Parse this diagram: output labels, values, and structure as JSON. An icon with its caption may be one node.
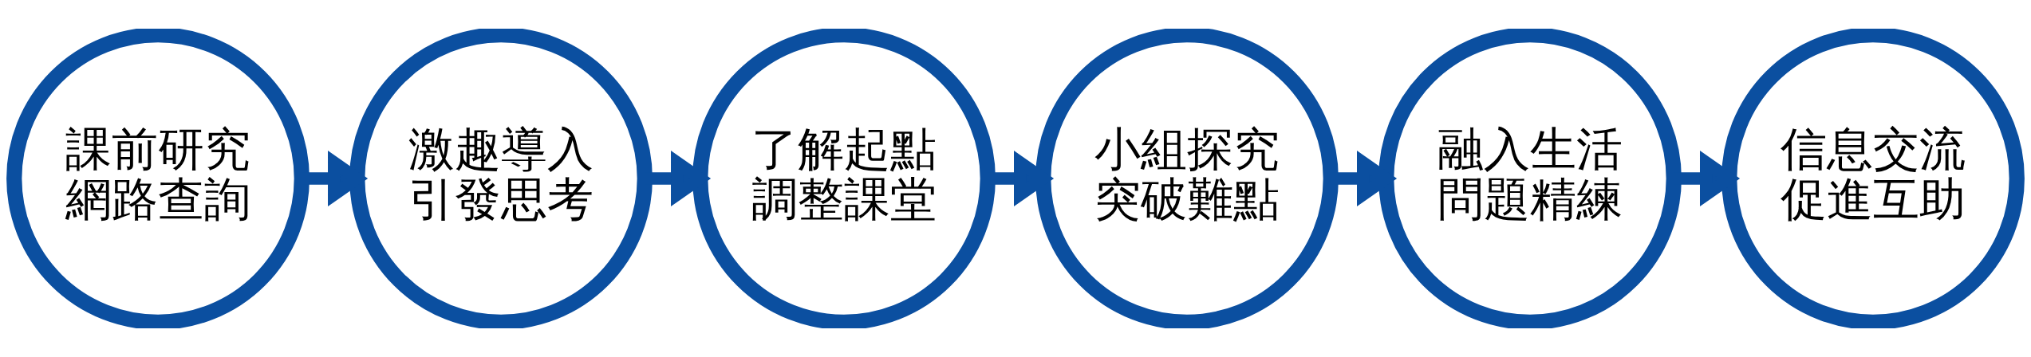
{
  "diagram": {
    "nodes": [
      {
        "text": [
          "課前研究",
          "網路查詢"
        ]
      },
      {
        "text": [
          "激趣導入",
          "引發思考"
        ]
      },
      {
        "text": [
          "了解起點",
          "調整課堂"
        ]
      },
      {
        "text": [
          "小組探究",
          "突破難點"
        ]
      },
      {
        "text": [
          "融入生活",
          "問題精練"
        ]
      },
      {
        "text": [
          "信息交流",
          "促進互助"
        ]
      }
    ],
    "edges": [
      {
        "from": 0,
        "to": 1,
        "arrow": "to"
      },
      {
        "from": 1,
        "to": 2,
        "arrow": "to"
      },
      {
        "from": 2,
        "to": 3,
        "arrow": "to"
      },
      {
        "from": 3,
        "to": 4,
        "arrow": "to"
      },
      {
        "from": 4,
        "to": 5,
        "arrow": "to"
      }
    ]
  }
}
